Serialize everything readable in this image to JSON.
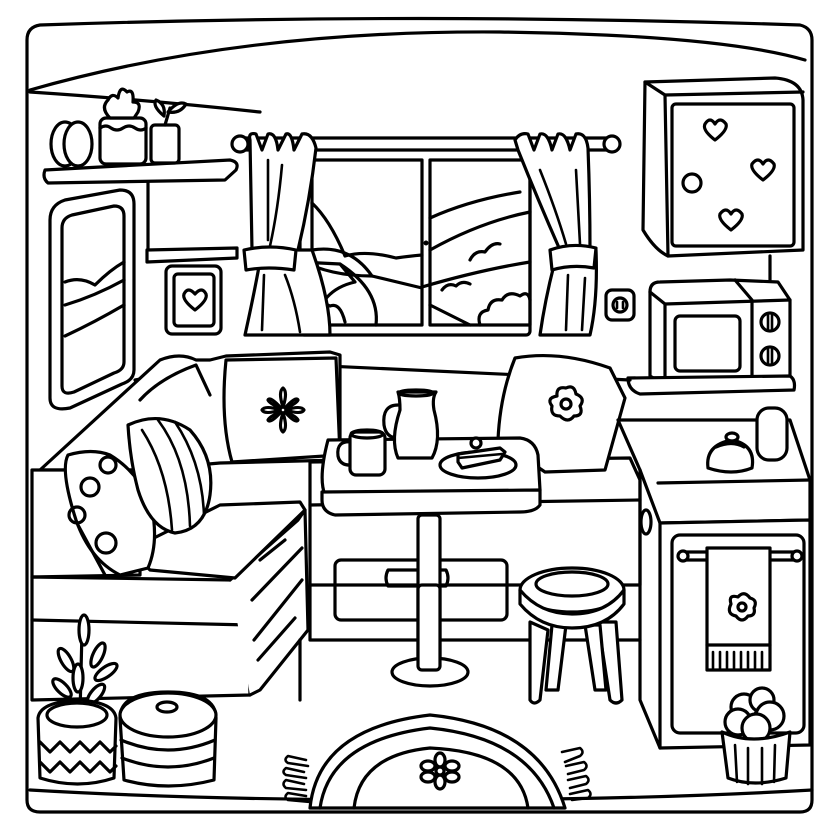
{
  "title": "Camper van interior coloring page",
  "colors": {
    "line": "#000000",
    "background": "#ffffff"
  },
  "objects": [
    {
      "id": "wall-shelf",
      "label": "Wall shelf with round box and two potted plants"
    },
    {
      "id": "heart-cabinet",
      "label": "Upper cabinet with hearts and a dot"
    },
    {
      "id": "window",
      "label": "Window with mountain and road view"
    },
    {
      "id": "curtains",
      "label": "Tied-back curtains on rod"
    },
    {
      "id": "side-window",
      "label": "Rounded side window"
    },
    {
      "id": "heart-picture",
      "label": "Small framed heart picture"
    },
    {
      "id": "outlet",
      "label": "Wall outlet"
    },
    {
      "id": "microwave",
      "label": "Microwave with two knobs"
    },
    {
      "id": "sofa",
      "label": "L-shaped sofa bench"
    },
    {
      "id": "pillows",
      "label": "Polka-dot, striped, and flower pillows"
    },
    {
      "id": "table",
      "label": "Pedestal table with mug, jug and cake slice"
    },
    {
      "id": "stool",
      "label": "Round four-leg stool"
    },
    {
      "id": "kitchen-counter",
      "label": "Counter with kettle, canister and towel"
    },
    {
      "id": "fruit-basket",
      "label": "Basket of round fruit"
    },
    {
      "id": "rug",
      "label": "Oval fringed rug with flower"
    },
    {
      "id": "potted-plant",
      "label": "Zigzag pot with plant"
    },
    {
      "id": "storage-pouf",
      "label": "Stacked round storage box"
    }
  ]
}
